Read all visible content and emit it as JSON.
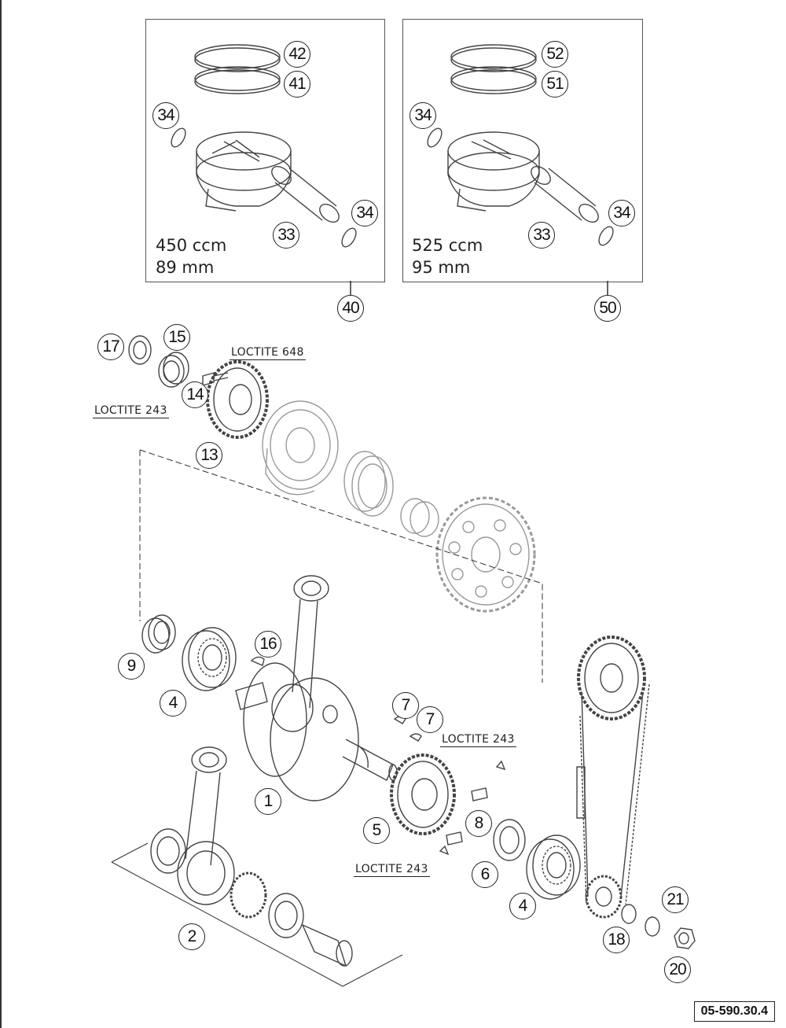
{
  "kits": {
    "left": {
      "displacement": "450 ccm",
      "bore": "89 mm"
    },
    "right": {
      "displacement": "525 ccm",
      "bore": "95 mm"
    }
  },
  "callouts": {
    "c42": "42",
    "c41": "41",
    "c34a": "34",
    "c34b": "34",
    "c33a": "33",
    "c40": "40",
    "c52": "52",
    "c51": "51",
    "c34c": "34",
    "c34d": "34",
    "c33b": "33",
    "c50": "50",
    "c17": "17",
    "c15": "15",
    "c14": "14",
    "c13": "13",
    "c16": "16",
    "c9": "9",
    "c4a": "4",
    "c1": "1",
    "c7a": "7",
    "c7b": "7",
    "c5": "5",
    "c8": "8",
    "c6": "6",
    "c4b": "4",
    "c2": "2",
    "c21": "21",
    "c18": "18",
    "c20": "20"
  },
  "loctite": {
    "l648": "LOCTITE 648",
    "l243a": "LOCTITE 243",
    "l243b": "LOCTITE 243",
    "l243c": "LOCTITE 243"
  },
  "reference": "05-590.30.4"
}
